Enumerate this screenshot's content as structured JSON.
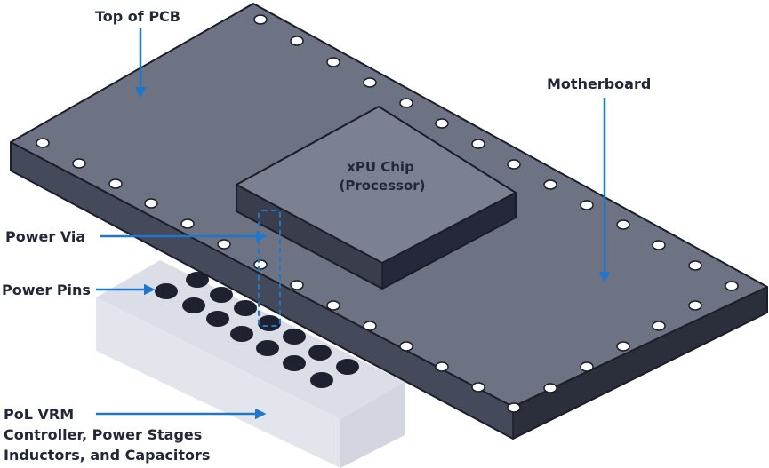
{
  "labels": {
    "top_of_pcb": "Top of PCB",
    "motherboard": "Motherboard",
    "chip_line1": "xPU Chip",
    "chip_line2": "(Processor)",
    "power_via": "Power Via",
    "power_pins": "Power Pins",
    "vrm_line1": "PoL VRM",
    "vrm_line2": "Controller, Power Stages",
    "vrm_line3": "Inductors, and Capacitors"
  },
  "colors": {
    "board_top": "#6e7384",
    "board_front": "#454a5a",
    "board_side": "#2b2f3b",
    "chip_top": "#7c8192",
    "chip_side": "#2e3140",
    "arrow": "#1f77c9",
    "vrm_box": "#dfe1e9",
    "pin": "#1e2230",
    "text": "#232838"
  }
}
